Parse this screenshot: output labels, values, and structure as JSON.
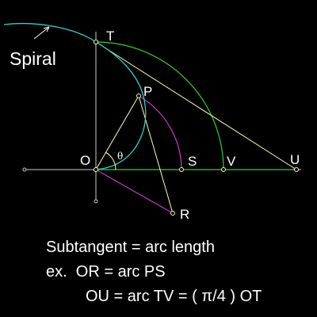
{
  "diagram": {
    "spiral_label": "Spiral",
    "points": {
      "O": "O",
      "T": "T",
      "P": "P",
      "S": "S",
      "V": "V",
      "U": "U",
      "R": "R"
    },
    "angle_label": "θ",
    "colors": {
      "background": "#000000",
      "spiral": "#33cccc",
      "arc_tv": "#33cc33",
      "axis_ou": "#33cc33",
      "arc_ps": "#cc33cc",
      "segment_or": "#cc33cc",
      "construction": "#ffffaa",
      "axis": "#cccccc",
      "text": "#ffffff"
    }
  },
  "caption": {
    "line1": "Subtangent = arc length",
    "line2": "ex.  OR = arc PS",
    "line3": "OU = arc TV = ( π/4 ) OT"
  }
}
